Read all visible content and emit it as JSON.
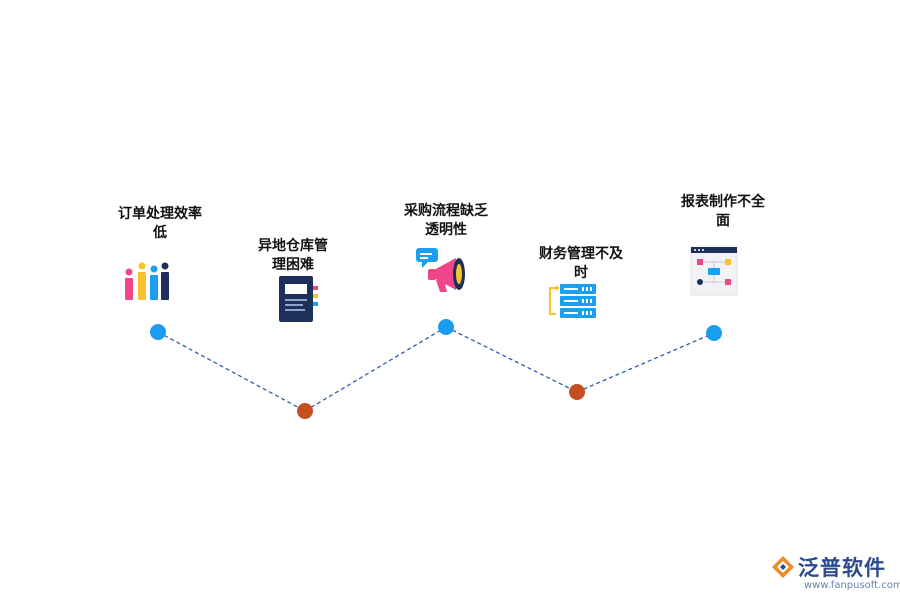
{
  "items": [
    {
      "label_line1": "订单处理效率",
      "label_line2": "低",
      "icon": "bar-chart-icon"
    },
    {
      "label_line1": "异地仓库管",
      "label_line2": "理困难",
      "icon": "notebook-icon"
    },
    {
      "label_line1": "采购流程缺乏",
      "label_line2": "透明性",
      "icon": "megaphone-icon"
    },
    {
      "label_line1": "财务管理不及",
      "label_line2": "时",
      "icon": "server-stack-icon"
    },
    {
      "label_line1": "报表制作不全",
      "label_line2": "面",
      "icon": "flowchart-window-icon"
    }
  ],
  "colors": {
    "node_top": "#1a9cf0",
    "node_bottom": "#c4501f",
    "connector": "#2b5fa6"
  },
  "brand": {
    "name": "泛普软件",
    "url": "www.fanpusoft.com",
    "icon": "fanpu-logo-icon"
  }
}
